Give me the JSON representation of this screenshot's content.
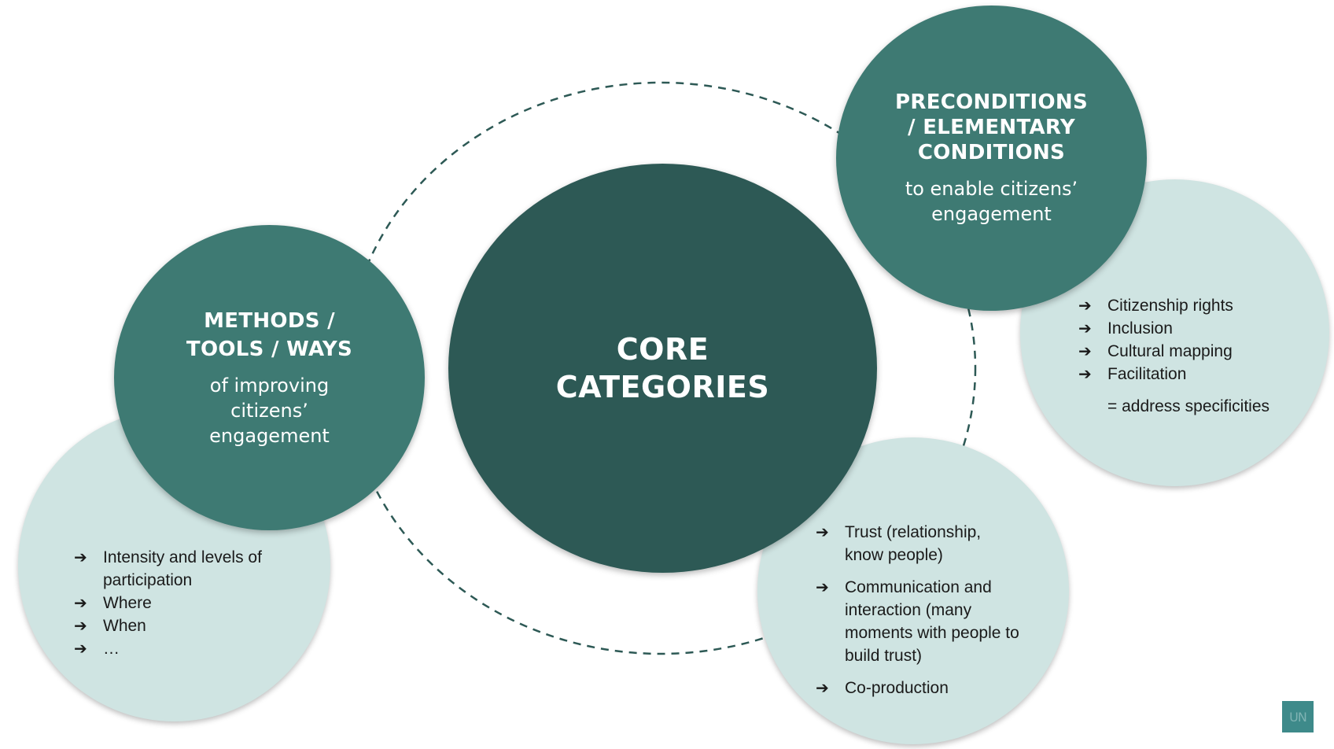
{
  "colors": {
    "dark": "#2d5955",
    "mid": "#3e7a73",
    "light": "#cfe4e2",
    "text_dark": "#1a1a1a",
    "ring": "#2d5955"
  },
  "core": {
    "title": "CORE\nCATEGORIES"
  },
  "methods": {
    "title": "METHODS /\nTOOLS / WAYS",
    "subtitle": "of improving\ncitizens’\nengagement",
    "items": [
      "Intensity and levels of\nparticipation",
      "Where",
      "When",
      "…"
    ]
  },
  "preconditions": {
    "title": "PRECONDITIONS\n/ ELEMENTARY\nCONDITIONS",
    "subtitle": "to enable citizens’\nengagement",
    "items": [
      "Citizenship rights",
      "Inclusion",
      "Cultural mapping",
      "Facilitation"
    ],
    "note": "= address specificities"
  },
  "trust": {
    "items": [
      "Trust (relationship,\nknow people)",
      "Communication and\ninteraction (many\nmoments with people to\nbuild trust)",
      "Co-production"
    ]
  },
  "bullet_icon": "arrow-right-icon",
  "logo": {
    "text": "UN"
  }
}
